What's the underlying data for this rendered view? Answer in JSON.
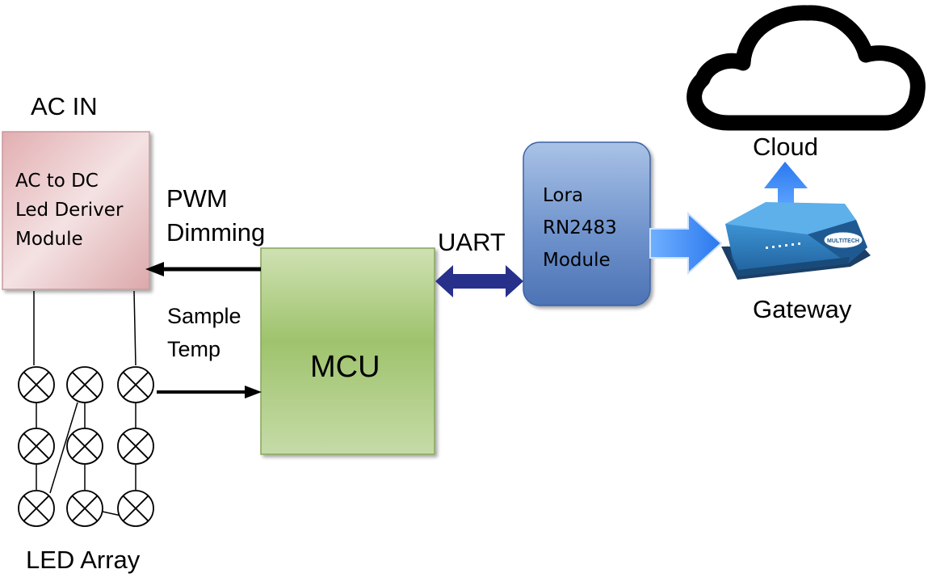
{
  "ac_in": {
    "title": "AC IN"
  },
  "driver": {
    "line1": "AC to DC",
    "line2": "Led Deriver",
    "line3": "Module"
  },
  "pwm": {
    "line1": "PWM",
    "line2": "Dimming"
  },
  "sample": {
    "line1": "Sample",
    "line2": "Temp"
  },
  "mcu": {
    "label": "MCU"
  },
  "uart": {
    "label": "UART"
  },
  "lora": {
    "line1": "Lora",
    "line2": "RN2483",
    "line3": "Module"
  },
  "cloud": {
    "label": "Cloud"
  },
  "gateway": {
    "label": "Gateway",
    "brand": "MULTITECH"
  },
  "led_array": {
    "label": "LED Array"
  },
  "colors": {
    "driver_fill": "#e8c4c6",
    "mcu_fill": "#a8cb7a",
    "lora_fill": "#7fa0d0",
    "uart_arrow": "#27308a",
    "flow_arrow": "#3f8cf4",
    "gateway_body": "#2d7fc0"
  }
}
